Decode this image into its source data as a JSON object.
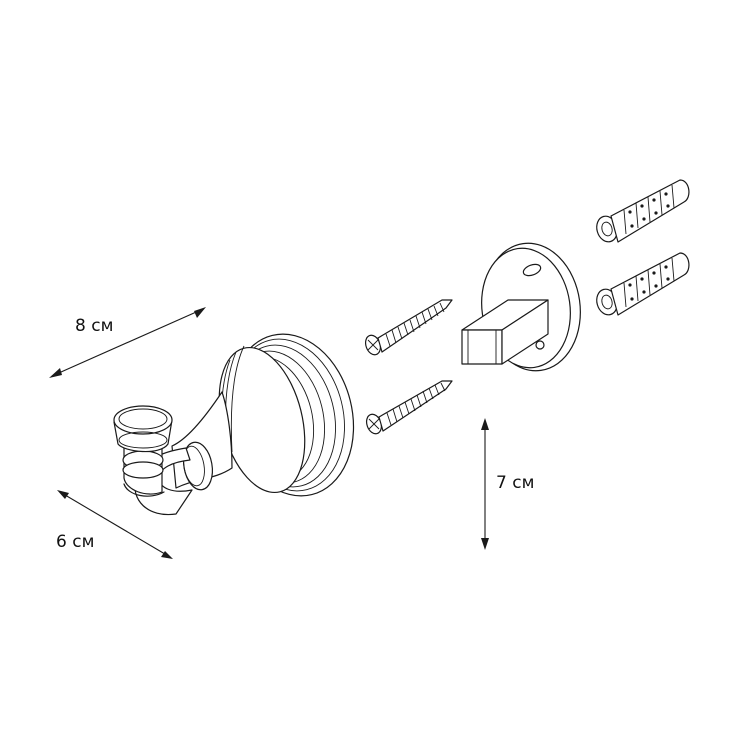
{
  "dimensions": {
    "length": "8 см",
    "depth": "6 см",
    "height": "7 см"
  },
  "parts": {
    "hook": "hook-body",
    "mount": "wall-mounting-plate",
    "screws": 2,
    "anchors": 2
  },
  "colors": {
    "line": "#1a1a1a",
    "background": "#ffffff"
  }
}
